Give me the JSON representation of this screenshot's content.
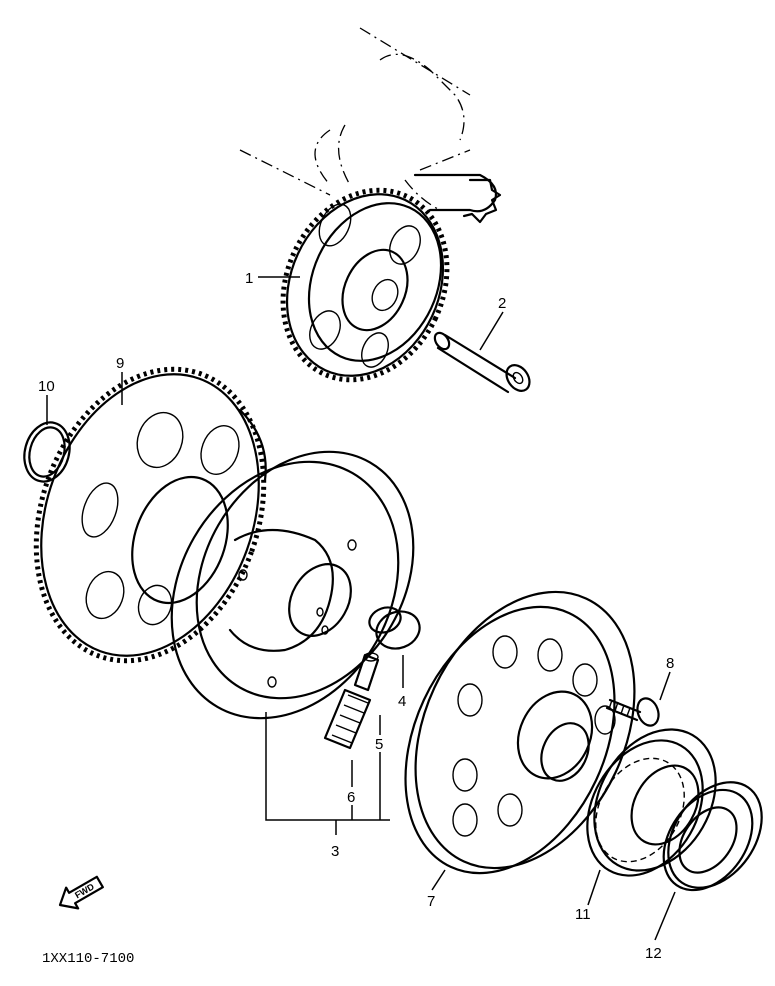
{
  "callouts": [
    {
      "id": "1",
      "label": "1"
    },
    {
      "id": "2",
      "label": "2"
    },
    {
      "id": "3",
      "label": "3"
    },
    {
      "id": "4",
      "label": "4"
    },
    {
      "id": "5",
      "label": "5"
    },
    {
      "id": "6",
      "label": "6"
    },
    {
      "id": "7",
      "label": "7"
    },
    {
      "id": "8",
      "label": "8"
    },
    {
      "id": "9",
      "label": "9"
    },
    {
      "id": "10",
      "label": "10"
    },
    {
      "id": "11",
      "label": "11"
    },
    {
      "id": "12",
      "label": "12"
    }
  ],
  "direction_arrow": {
    "label": "FWD"
  },
  "diagram_code": "1XX110-7100",
  "colors": {
    "line": "#000000",
    "background": "#ffffff"
  }
}
